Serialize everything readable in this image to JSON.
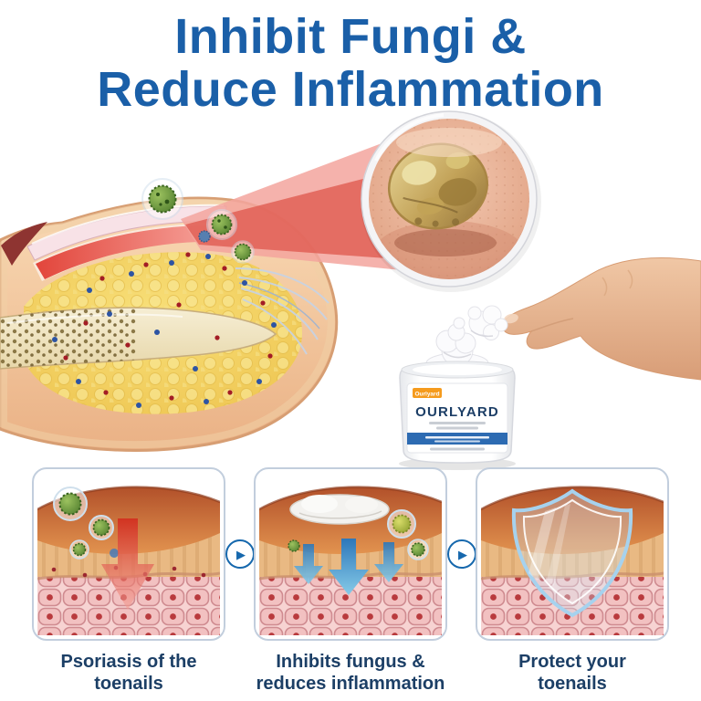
{
  "headline": {
    "line1": "Inhibit Fungi &",
    "line2": "Reduce Inflammation",
    "color": "#1a5fa8"
  },
  "hero": {
    "elements": [
      "toenail-cross-section-diagram",
      "fungus-microbe-icons",
      "magnifier-infected-toenail-photo",
      "hand-applying-cream-photo",
      "cream-dollop",
      "product-jar"
    ]
  },
  "product": {
    "brand": "OURLYARD",
    "badge": "Ourlyard"
  },
  "steps": {
    "arrow_icon": "▶",
    "items": [
      {
        "caption_line1": "Psoriasis of the",
        "caption_line2": "toenails"
      },
      {
        "caption_line1": "Inhibits fungus &",
        "caption_line2": "reduces inflammation"
      },
      {
        "caption_line1": "Protect your",
        "caption_line2": "toenails"
      }
    ]
  },
  "colors": {
    "headline_blue": "#1a5fa8",
    "caption_navy": "#1c3f66",
    "step_arrow_blue": "#1668ad",
    "badge_orange": "#f59b1d",
    "label_stripe_blue": "#2d6bb2",
    "fungus_green": "#4e7b2c",
    "inflammation_red": "#d93a2c"
  }
}
